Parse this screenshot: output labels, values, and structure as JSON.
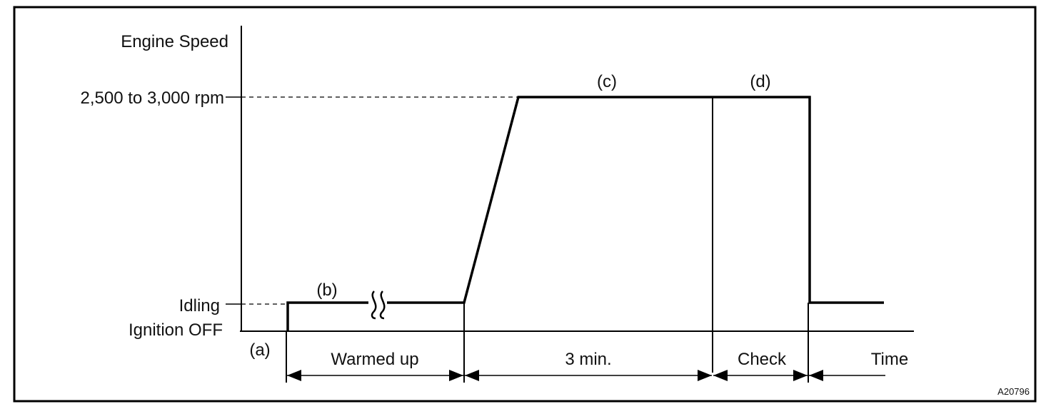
{
  "diagram": {
    "y_title": "Engine Speed",
    "y_levels": {
      "high": "2,500 to 3,000 rpm",
      "idle": "Idling",
      "off": "Ignition OFF"
    },
    "step_labels": {
      "a": "(a)",
      "b": "(b)",
      "c": "(c)",
      "d": "(d)"
    },
    "phases": {
      "warmed_up": "Warmed up",
      "three_min": "3 min.",
      "check": "Check"
    },
    "x_title": "Time",
    "figure_code": "A20796"
  }
}
